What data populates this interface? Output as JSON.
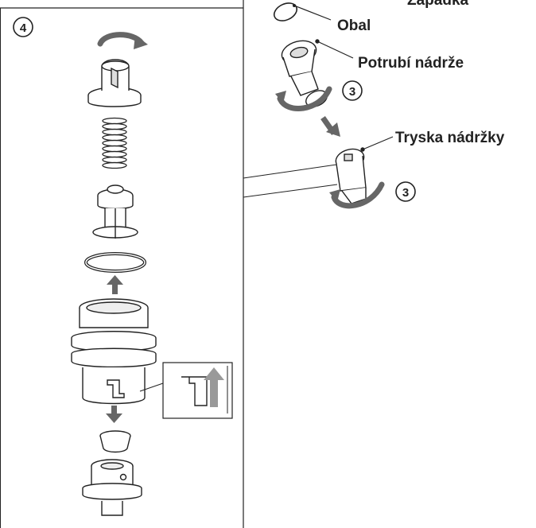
{
  "labels": {
    "zapadka": "Západka",
    "obal": "Obal",
    "potrubi": "Potrubí nádrže",
    "tryska": "Tryska nádržky"
  },
  "steps": {
    "step4": "4",
    "step3a": "3",
    "step3b": "3"
  },
  "colors": {
    "line": "#222222",
    "arrow": "#666666",
    "part_fill": "#ffffff",
    "shade": "#bdbdbd"
  }
}
